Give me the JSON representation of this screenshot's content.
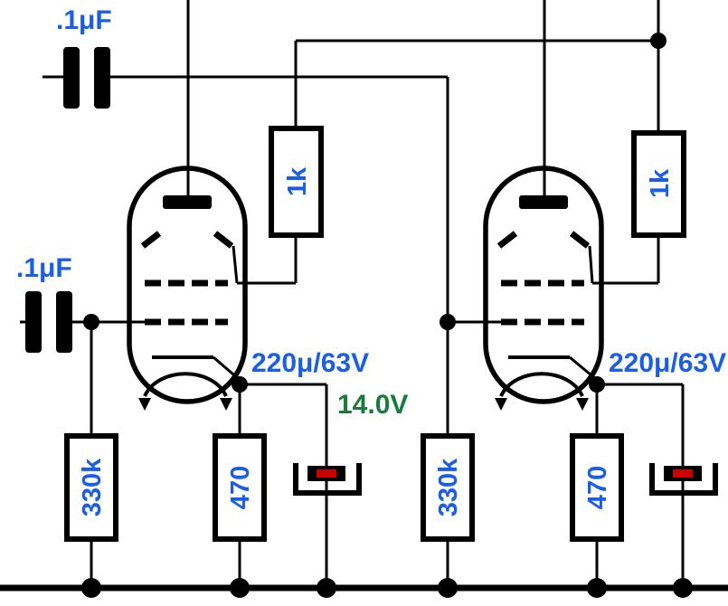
{
  "labels": {
    "cap_input_top": ".1μF",
    "cap_input_left": ".1μF",
    "r_plate_1": "1k",
    "r_plate_2": "1k",
    "r_grid_1": "330k",
    "r_grid_2": "330k",
    "r_cathode_1": "470",
    "r_cathode_2": "470",
    "elko_1": "220μ/63V",
    "elko_2": "220μ/63V",
    "voltage_cathode": "14.0V"
  },
  "colors": {
    "component_label": "#1a5ee8",
    "voltage_label": "#1b7a3c",
    "electrolytic_negative": "#cc0000",
    "wire": "#000000"
  }
}
